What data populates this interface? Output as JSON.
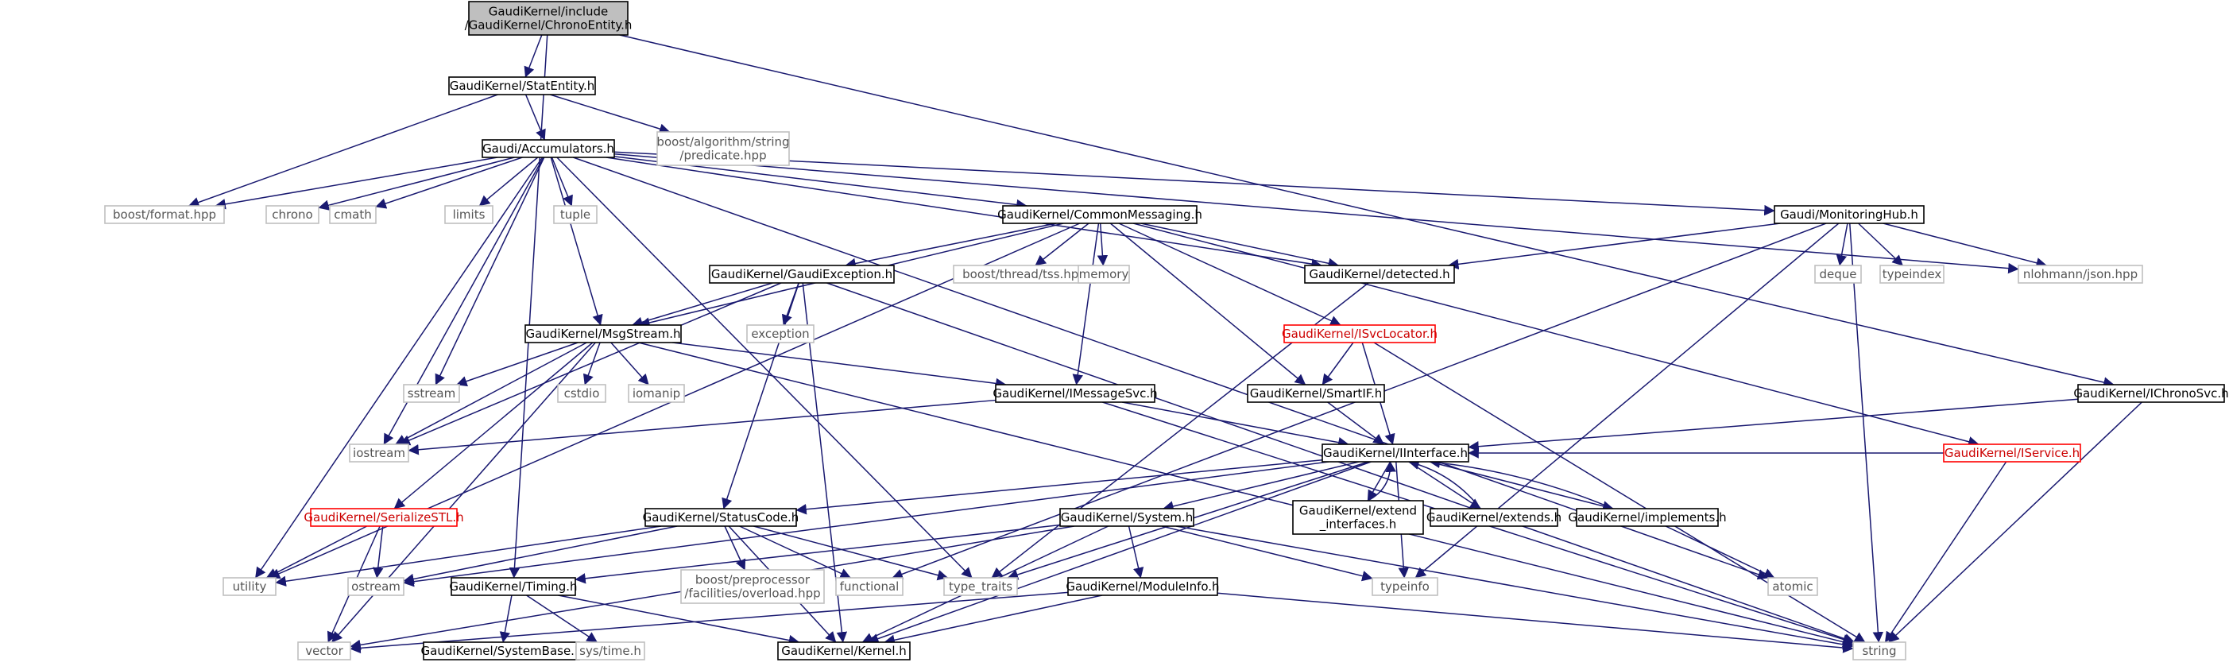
{
  "colors": {
    "edge": "#191970",
    "normal_border": "#000000",
    "normal_text": "#000000",
    "external_border": "#bfbfbf",
    "external_text": "#555555",
    "truncated_border": "#ff0000",
    "truncated_text": "#cc0000",
    "root_fill": "#bfbfbf"
  },
  "nodes": {
    "root": {
      "lines": [
        "GaudiKernel/include",
        "/GaudiKernel/ChronoEntity.h"
      ],
      "kind": "root"
    },
    "statentity": {
      "lines": [
        "GaudiKernel/StatEntity.h"
      ],
      "kind": "normal"
    },
    "accumulators": {
      "lines": [
        "Gaudi/Accumulators.h"
      ],
      "kind": "normal"
    },
    "boost_predicate": {
      "lines": [
        "boost/algorithm/string",
        "/predicate.hpp"
      ],
      "kind": "external"
    },
    "boost_format": {
      "lines": [
        "boost/format.hpp"
      ],
      "kind": "external"
    },
    "chrono": {
      "lines": [
        "chrono"
      ],
      "kind": "external"
    },
    "cmath": {
      "lines": [
        "cmath"
      ],
      "kind": "external"
    },
    "limits": {
      "lines": [
        "limits"
      ],
      "kind": "external"
    },
    "tuple": {
      "lines": [
        "tuple"
      ],
      "kind": "external"
    },
    "commonmessaging": {
      "lines": [
        "GaudiKernel/CommonMessaging.h"
      ],
      "kind": "normal"
    },
    "monitoringhub": {
      "lines": [
        "Gaudi/MonitoringHub.h"
      ],
      "kind": "normal"
    },
    "gaudiexception": {
      "lines": [
        "GaudiKernel/GaudiException.h"
      ],
      "kind": "normal"
    },
    "boost_tss": {
      "lines": [
        "boost/thread/tss.hpp"
      ],
      "kind": "external"
    },
    "memory": {
      "lines": [
        "memory"
      ],
      "kind": "external"
    },
    "detected": {
      "lines": [
        "GaudiKernel/detected.h"
      ],
      "kind": "normal"
    },
    "deque": {
      "lines": [
        "deque"
      ],
      "kind": "external"
    },
    "typeindex": {
      "lines": [
        "typeindex"
      ],
      "kind": "external"
    },
    "json": {
      "lines": [
        "nlohmann/json.hpp"
      ],
      "kind": "external"
    },
    "msgstream": {
      "lines": [
        "GaudiKernel/MsgStream.h"
      ],
      "kind": "normal"
    },
    "exception": {
      "lines": [
        "exception"
      ],
      "kind": "external"
    },
    "isvclocator": {
      "lines": [
        "GaudiKernel/ISvcLocator.h"
      ],
      "kind": "truncated"
    },
    "sstream": {
      "lines": [
        "sstream"
      ],
      "kind": "external"
    },
    "cstdio": {
      "lines": [
        "cstdio"
      ],
      "kind": "external"
    },
    "iomanip": {
      "lines": [
        "iomanip"
      ],
      "kind": "external"
    },
    "imessagesvc": {
      "lines": [
        "GaudiKernel/IMessageSvc.h"
      ],
      "kind": "normal"
    },
    "smartif": {
      "lines": [
        "GaudiKernel/SmartIF.h"
      ],
      "kind": "normal"
    },
    "ichronosvc": {
      "lines": [
        "GaudiKernel/IChronoSvc.h"
      ],
      "kind": "normal"
    },
    "iostream": {
      "lines": [
        "iostream"
      ],
      "kind": "external"
    },
    "iinterface": {
      "lines": [
        "GaudiKernel/IInterface.h"
      ],
      "kind": "normal"
    },
    "iservice": {
      "lines": [
        "GaudiKernel/IService.h"
      ],
      "kind": "truncated"
    },
    "serializestl": {
      "lines": [
        "GaudiKernel/SerializeSTL.h"
      ],
      "kind": "truncated"
    },
    "statuscode": {
      "lines": [
        "GaudiKernel/StatusCode.h"
      ],
      "kind": "normal"
    },
    "system": {
      "lines": [
        "GaudiKernel/System.h"
      ],
      "kind": "normal"
    },
    "extend_interfaces": {
      "lines": [
        "GaudiKernel/extend",
        "_interfaces.h"
      ],
      "kind": "normal"
    },
    "extends": {
      "lines": [
        "GaudiKernel/extends.h"
      ],
      "kind": "normal"
    },
    "implements": {
      "lines": [
        "GaudiKernel/implements.h"
      ],
      "kind": "normal"
    },
    "utility": {
      "lines": [
        "utility"
      ],
      "kind": "external"
    },
    "ostream": {
      "lines": [
        "ostream"
      ],
      "kind": "external"
    },
    "timing": {
      "lines": [
        "GaudiKernel/Timing.h"
      ],
      "kind": "normal"
    },
    "boost_overload": {
      "lines": [
        "boost/preprocessor",
        "/facilities/overload.hpp"
      ],
      "kind": "external"
    },
    "functional": {
      "lines": [
        "functional"
      ],
      "kind": "external"
    },
    "type_traits": {
      "lines": [
        "type_traits"
      ],
      "kind": "external"
    },
    "moduleinfo": {
      "lines": [
        "GaudiKernel/ModuleInfo.h"
      ],
      "kind": "normal"
    },
    "typeinfo": {
      "lines": [
        "typeinfo"
      ],
      "kind": "external"
    },
    "atomic": {
      "lines": [
        "atomic"
      ],
      "kind": "external"
    },
    "vector": {
      "lines": [
        "vector"
      ],
      "kind": "external"
    },
    "systembase": {
      "lines": [
        "GaudiKernel/SystemBase.h"
      ],
      "kind": "normal"
    },
    "systime": {
      "lines": [
        "sys/time.h"
      ],
      "kind": "external"
    },
    "kernel": {
      "lines": [
        "GaudiKernel/Kernel.h"
      ],
      "kind": "normal"
    },
    "string": {
      "lines": [
        "string"
      ],
      "kind": "external"
    }
  },
  "edges": [
    [
      "root",
      "statentity"
    ],
    [
      "root",
      "timing"
    ],
    [
      "root",
      "ichronosvc"
    ],
    [
      "statentity",
      "accumulators"
    ],
    [
      "statentity",
      "boost_predicate"
    ],
    [
      "statentity",
      "boost_format"
    ],
    [
      "accumulators",
      "boost_format"
    ],
    [
      "accumulators",
      "chrono"
    ],
    [
      "accumulators",
      "cmath"
    ],
    [
      "accumulators",
      "limits"
    ],
    [
      "accumulators",
      "tuple"
    ],
    [
      "accumulators",
      "commonmessaging"
    ],
    [
      "accumulators",
      "monitoringhub"
    ],
    [
      "accumulators",
      "json"
    ],
    [
      "accumulators",
      "detected"
    ],
    [
      "accumulators",
      "msgstream"
    ],
    [
      "accumulators",
      "sstream"
    ],
    [
      "accumulators",
      "iostream"
    ],
    [
      "accumulators",
      "utility"
    ],
    [
      "accumulators",
      "type_traits"
    ],
    [
      "accumulators",
      "atomic"
    ],
    [
      "commonmessaging",
      "gaudiexception"
    ],
    [
      "commonmessaging",
      "boost_tss"
    ],
    [
      "commonmessaging",
      "memory"
    ],
    [
      "commonmessaging",
      "detected"
    ],
    [
      "commonmessaging",
      "msgstream"
    ],
    [
      "commonmessaging",
      "isvclocator"
    ],
    [
      "commonmessaging",
      "imessagesvc"
    ],
    [
      "commonmessaging",
      "smartif"
    ],
    [
      "commonmessaging",
      "iservice"
    ],
    [
      "commonmessaging",
      "utility"
    ],
    [
      "monitoringhub",
      "detected"
    ],
    [
      "monitoringhub",
      "deque"
    ],
    [
      "monitoringhub",
      "typeindex"
    ],
    [
      "monitoringhub",
      "json"
    ],
    [
      "monitoringhub",
      "string"
    ],
    [
      "monitoringhub",
      "functional"
    ],
    [
      "monitoringhub",
      "typeinfo"
    ],
    [
      "detected",
      "type_traits"
    ],
    [
      "gaudiexception",
      "msgstream"
    ],
    [
      "gaudiexception",
      "exception"
    ],
    [
      "gaudiexception",
      "statuscode"
    ],
    [
      "gaudiexception",
      "iostream"
    ],
    [
      "gaudiexception",
      "kernel"
    ],
    [
      "gaudiexception",
      "string"
    ],
    [
      "msgstream",
      "sstream"
    ],
    [
      "msgstream",
      "cstdio"
    ],
    [
      "msgstream",
      "iomanip"
    ],
    [
      "msgstream",
      "imessagesvc"
    ],
    [
      "msgstream",
      "iostream"
    ],
    [
      "msgstream",
      "serializestl"
    ],
    [
      "msgstream",
      "string"
    ],
    [
      "msgstream",
      "vector"
    ],
    [
      "isvclocator",
      "smartif"
    ],
    [
      "isvclocator",
      "iinterface"
    ],
    [
      "isvclocator",
      "string"
    ],
    [
      "imessagesvc",
      "iinterface"
    ],
    [
      "imessagesvc",
      "iostream"
    ],
    [
      "imessagesvc",
      "string"
    ],
    [
      "smartif",
      "iinterface"
    ],
    [
      "ichronosvc",
      "iinterface"
    ],
    [
      "ichronosvc",
      "string"
    ],
    [
      "iinterface",
      "statuscode"
    ],
    [
      "iinterface",
      "system"
    ],
    [
      "iinterface",
      "extend_interfaces"
    ],
    [
      "iinterface",
      "extends"
    ],
    [
      "iinterface",
      "implements"
    ],
    [
      "iinterface",
      "type_traits"
    ],
    [
      "iinterface",
      "kernel"
    ],
    [
      "iinterface",
      "ostream"
    ],
    [
      "iinterface",
      "typeinfo"
    ],
    [
      "extend_interfaces",
      "iinterface"
    ],
    [
      "extends",
      "iinterface"
    ],
    [
      "implements",
      "iinterface"
    ],
    [
      "implements",
      "atomic"
    ],
    [
      "iservice",
      "iinterface"
    ],
    [
      "iservice",
      "string"
    ],
    [
      "serializestl",
      "utility"
    ],
    [
      "serializestl",
      "ostream"
    ],
    [
      "serializestl",
      "vector"
    ],
    [
      "statuscode",
      "boost_overload"
    ],
    [
      "statuscode",
      "functional"
    ],
    [
      "statuscode",
      "type_traits"
    ],
    [
      "statuscode",
      "kernel"
    ],
    [
      "statuscode",
      "ostream"
    ],
    [
      "statuscode",
      "utility"
    ],
    [
      "system",
      "timing"
    ],
    [
      "system",
      "moduleinfo"
    ],
    [
      "system",
      "kernel"
    ],
    [
      "system",
      "string"
    ],
    [
      "system",
      "typeinfo"
    ],
    [
      "system",
      "vector"
    ],
    [
      "timing",
      "systembase"
    ],
    [
      "timing",
      "systime"
    ],
    [
      "timing",
      "kernel"
    ],
    [
      "moduleinfo",
      "kernel"
    ],
    [
      "moduleinfo",
      "string"
    ],
    [
      "moduleinfo",
      "vector"
    ]
  ]
}
